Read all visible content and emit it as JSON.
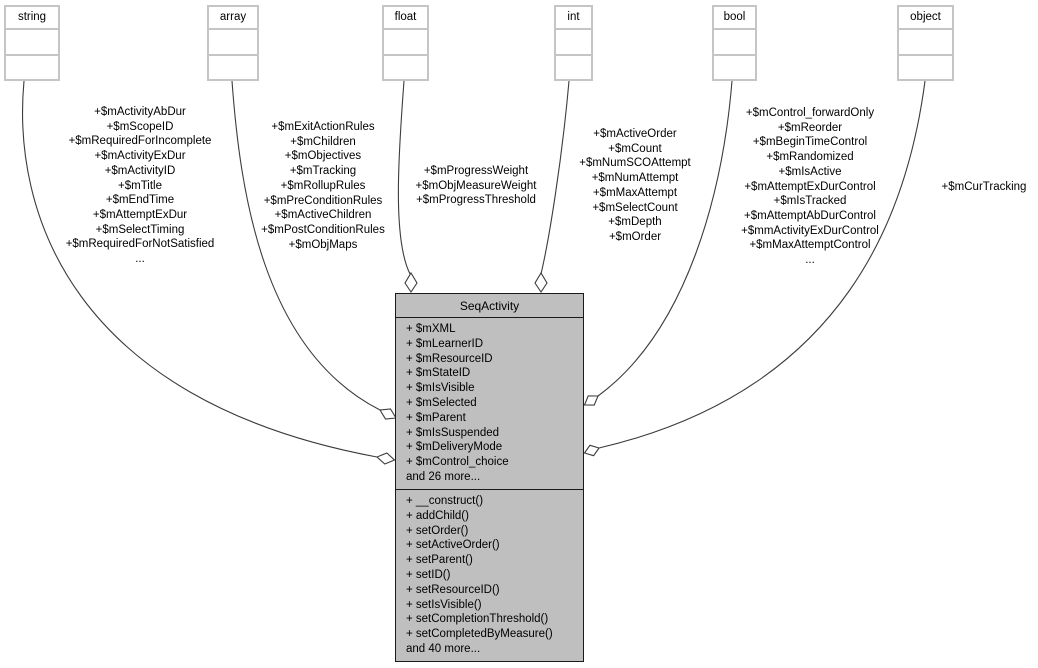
{
  "class_box": {
    "title": "SeqActivity",
    "attributes": [
      "+ $mXML",
      "+ $mLearnerID",
      "+ $mResourceID",
      "+ $mStateID",
      "+ $mIsVisible",
      "+ $mSelected",
      "+ $mParent",
      "+ $mIsSuspended",
      "+ $mDeliveryMode",
      "+ $mControl_choice",
      "and 26 more..."
    ],
    "methods": [
      "+ __construct()",
      "+ addChild()",
      "+ setOrder()",
      "+ setActiveOrder()",
      "+ setParent()",
      "+ setID()",
      "+ setResourceID()",
      "+ setIsVisible()",
      "+ setCompletionThreshold()",
      "+ setCompletedByMeasure()",
      "and 40 more..."
    ]
  },
  "relations": [
    {
      "type": "string",
      "members": [
        "+$mActivityAbDur",
        "+$mScopeID",
        "+$mRequiredForIncomplete",
        "+$mActivityExDur",
        "+$mActivityID",
        "+$mTitle",
        "+$mEndTime",
        "+$mAttemptExDur",
        "+$mSelectTiming",
        "+$mRequiredForNotSatisfied",
        "..."
      ]
    },
    {
      "type": "array",
      "members": [
        "+$mExitActionRules",
        "+$mChildren",
        "+$mObjectives",
        "+$mTracking",
        "+$mRollupRules",
        "+$mPreConditionRules",
        "+$mActiveChildren",
        "+$mPostConditionRules",
        "+$mObjMaps"
      ]
    },
    {
      "type": "float",
      "members": [
        "+$mProgressWeight",
        "+$mObjMeasureWeight",
        "+$mProgressThreshold"
      ]
    },
    {
      "type": "int",
      "members": [
        "+$mActiveOrder",
        "+$mCount",
        "+$mNumSCOAttempt",
        "+$mNumAttempt",
        "+$mMaxAttempt",
        "+$mSelectCount",
        "+$mDepth",
        "+$mOrder"
      ]
    },
    {
      "type": "bool",
      "members": [
        "+$mControl_forwardOnly",
        "+$mReorder",
        "+$mBeginTimeControl",
        "+$mRandomized",
        "+$mIsActive",
        "+$mAttemptExDurControl",
        "+$mIsTracked",
        "+$mAttemptAbDurControl",
        "+$mmActivityExDurControl",
        "+$mMaxAttemptControl",
        "..."
      ]
    },
    {
      "type": "object",
      "members": [
        "+$mCurTracking"
      ]
    }
  ],
  "colors": {
    "node_fill": "#bfbfbf",
    "type_border": "#c5c5c5",
    "edge": "#3c3c3c",
    "text": "#000000",
    "background": "#ffffff"
  }
}
